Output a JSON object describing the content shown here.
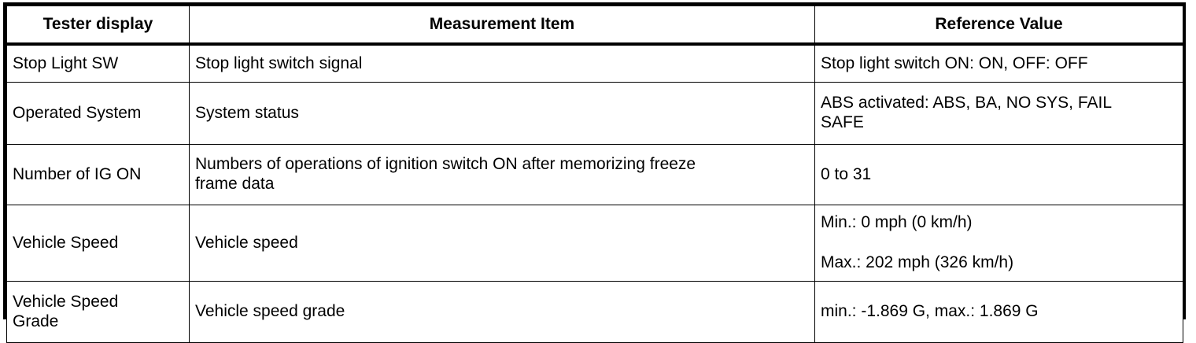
{
  "table": {
    "columns": [
      {
        "key": "tester_display",
        "label": "Tester display"
      },
      {
        "key": "measurement_item",
        "label": "Measurement Item"
      },
      {
        "key": "reference_value",
        "label": "Reference Value"
      }
    ],
    "rows": [
      {
        "tester_display": "Stop Light SW",
        "measurement_item": "Stop light switch signal",
        "reference_value": "Stop light switch ON: ON, OFF: OFF"
      },
      {
        "tester_display": "Operated System",
        "measurement_item": "System status",
        "reference_value": "ABS activated: ABS, BA, NO SYS, FAIL\nSAFE"
      },
      {
        "tester_display": "Number of IG ON",
        "measurement_item": "Numbers of operations of ignition switch ON after memorizing freeze\nframe data",
        "reference_value": "0 to 31"
      },
      {
        "tester_display": "Vehicle Speed",
        "measurement_item": "Vehicle speed",
        "reference_value_line1": "Min.: 0 mph (0 km/h)",
        "reference_value_line2": "Max.: 202 mph (326 km/h)"
      },
      {
        "tester_display": "Vehicle Speed\nGrade",
        "measurement_item": "Vehicle speed grade",
        "reference_value": "min.: -1.869 G, max.: 1.869 G"
      }
    ]
  },
  "colors": {
    "border": "#000000",
    "text": "#000000",
    "background": "#ffffff"
  }
}
